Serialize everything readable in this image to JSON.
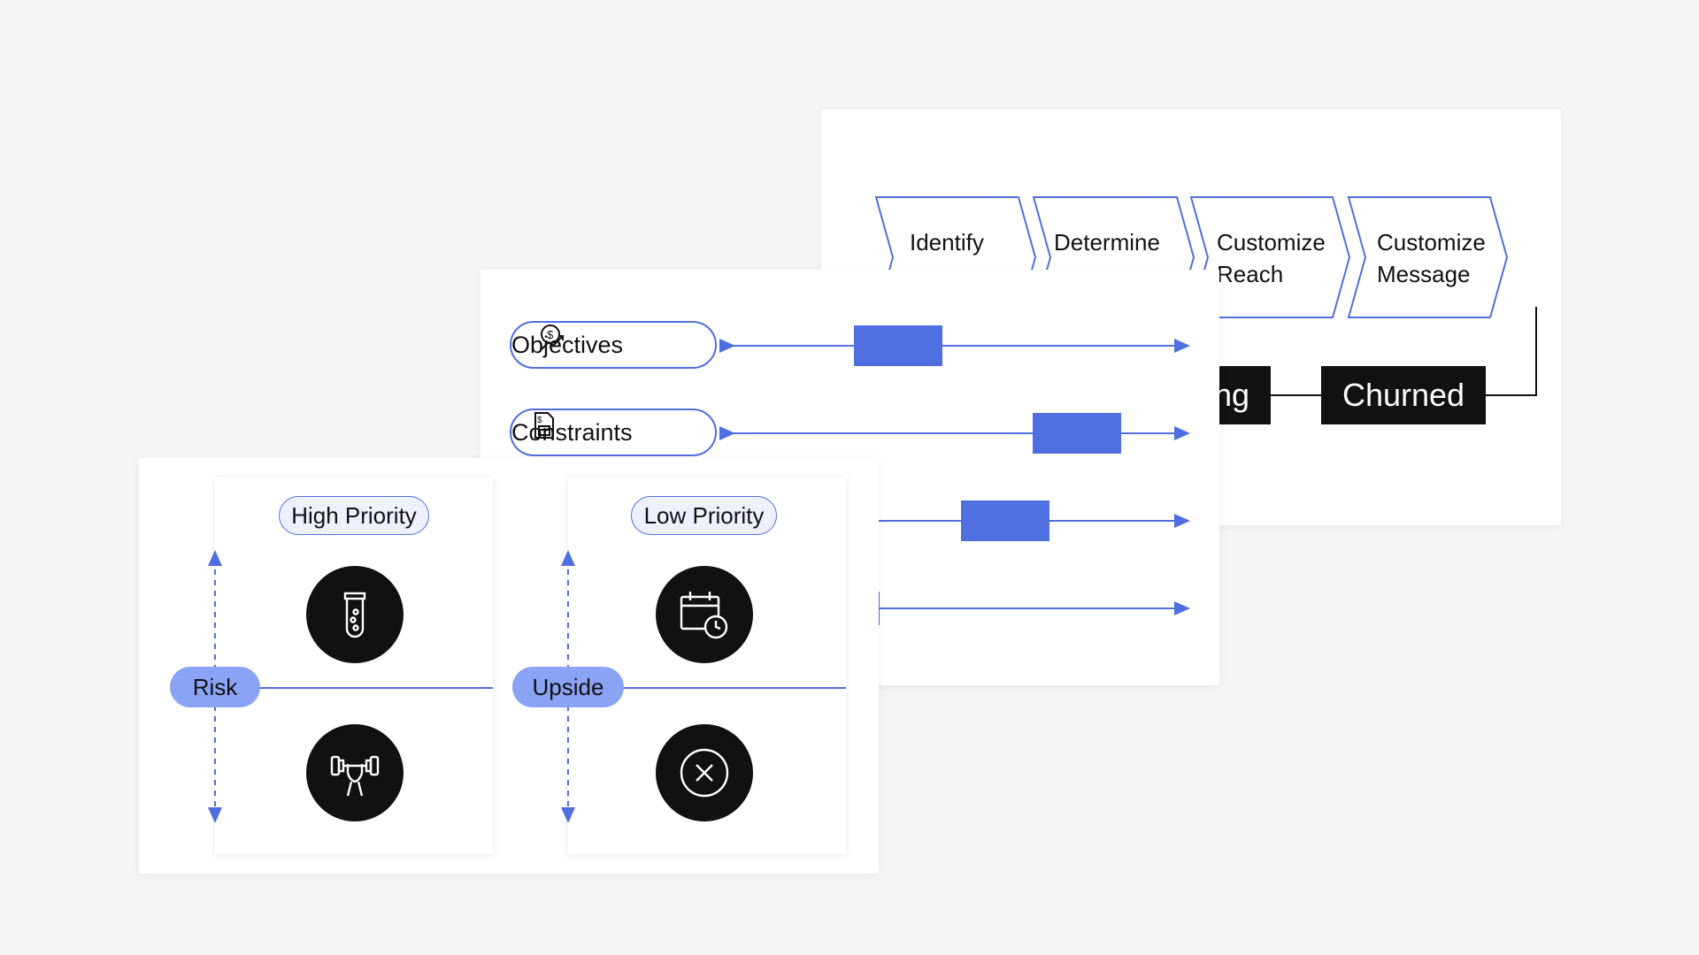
{
  "back_card": {
    "steps": [
      {
        "label": "Identify\nAudi..."
      },
      {
        "label": "Determine\nFrequ..."
      },
      {
        "label": "Customize\nReach"
      },
      {
        "label": "Customize\nMessage"
      }
    ],
    "partial_box_label": "ng",
    "churned_label": "Churned"
  },
  "mid_card": {
    "rows": [
      {
        "label": "Objectives",
        "icon": "money-growth-icon"
      },
      {
        "label": "Constraints",
        "icon": "document-calendar-icon"
      }
    ],
    "bar_positions": [
      0.22,
      0.6,
      0.23,
      0.0
    ]
  },
  "front_card": {
    "quadrants": [
      {
        "title": "High Priority",
        "axis_label": "Risk",
        "icons": [
          "test-tube-icon",
          "weightlifting-icon"
        ]
      },
      {
        "title": "Low Priority",
        "axis_label": "Upside",
        "icons": [
          "calendar-clock-icon",
          "close-circle-icon"
        ]
      }
    ]
  },
  "colors": {
    "accent": "#4f6fe0",
    "accent_light": "#8aa3f5",
    "tag_bg": "#eef1fc",
    "dark": "#111111",
    "background": "#f5f5f5"
  }
}
